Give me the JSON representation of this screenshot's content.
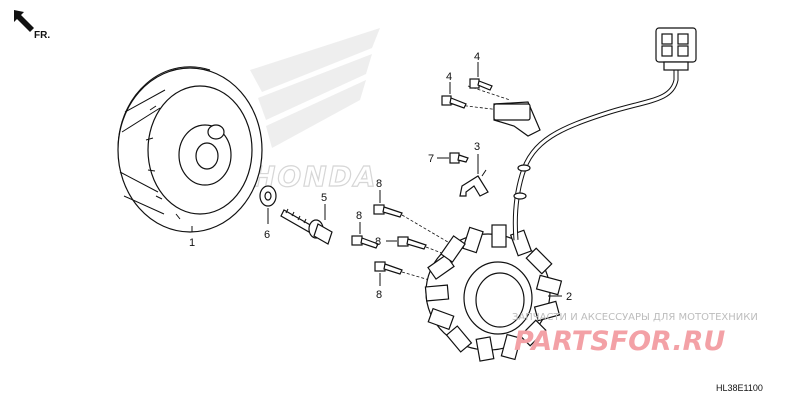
{
  "diagram": {
    "direction_label": "FR.",
    "drawing_code": "HL38E1100",
    "brand_watermark": "HONDA",
    "parts": [
      {
        "id": "flywheel",
        "callout": "1"
      },
      {
        "id": "stator",
        "callout": "2"
      },
      {
        "id": "bracket",
        "callout": "3"
      },
      {
        "id": "bolt-upper",
        "callout": "4"
      },
      {
        "id": "bolt-lower",
        "callout": "4"
      },
      {
        "id": "flange-bolt",
        "callout": "5"
      },
      {
        "id": "washer",
        "callout": "6"
      },
      {
        "id": "small-bolt",
        "callout": "7"
      },
      {
        "id": "stator-bolt-a",
        "callout": "8"
      },
      {
        "id": "stator-bolt-b",
        "callout": "8"
      },
      {
        "id": "stator-bolt-c",
        "callout": "8"
      },
      {
        "id": "stator-bolt-d",
        "callout": "8"
      }
    ]
  },
  "watermark": {
    "caption": "ЗАПЧАСТИ И АКСЕССУАРЫ ДЛЯ МОТОТЕХНИКИ",
    "site": "PARTSFOR.RU"
  }
}
